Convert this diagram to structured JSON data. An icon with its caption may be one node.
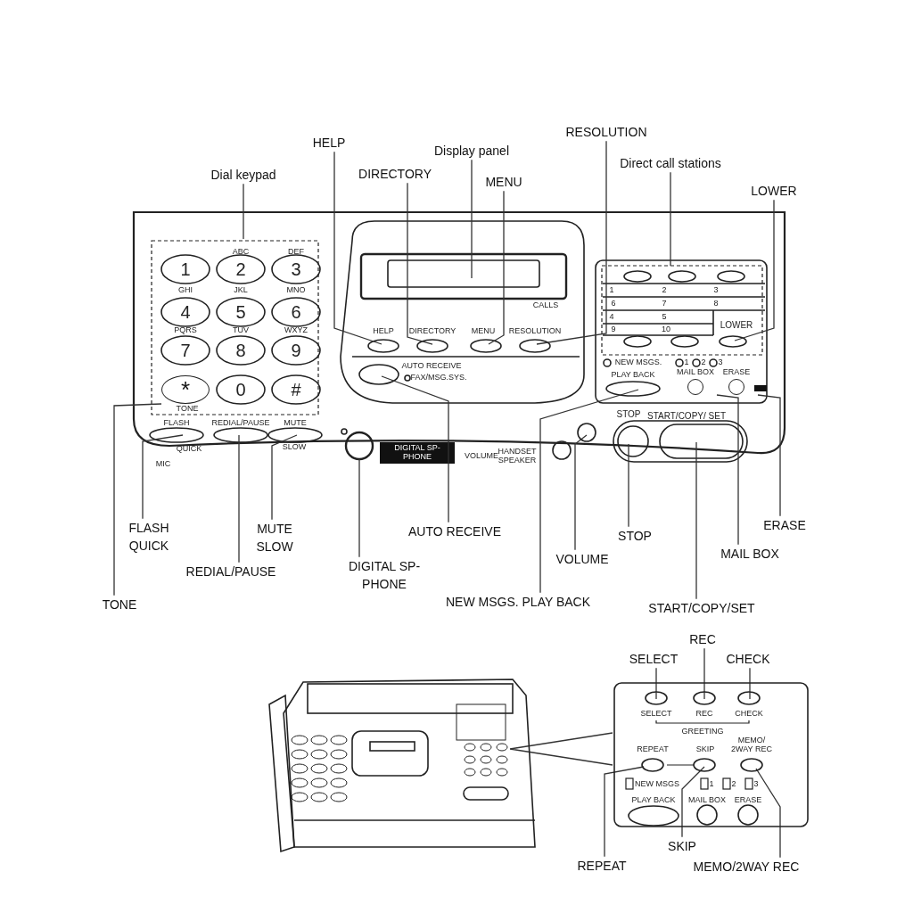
{
  "diagram": {
    "nodes": [
      {
        "text": [
          "Dial keypad"
        ]
      },
      {
        "text": [
          "HELP"
        ]
      },
      {
        "text": [
          "Display panel"
        ]
      },
      {
        "text": [
          "DIRECTORY"
        ]
      },
      {
        "text": [
          "MENU"
        ]
      },
      {
        "text": [
          "RESOLUTION"
        ]
      },
      {
        "text": [
          "Direct call stations"
        ]
      },
      {
        "text": [
          "LOWER"
        ]
      },
      {
        "text": [
          "FLASH QUICK"
        ]
      },
      {
        "text": [
          "TONE"
        ]
      },
      {
        "text": [
          "REDIAL/PAUSE"
        ]
      },
      {
        "text": [
          "MUTE SLOW"
        ]
      },
      {
        "text": [
          "DIGITAL SP-PHONE"
        ]
      },
      {
        "text": [
          "AUTO RECEIVE"
        ]
      },
      {
        "text": [
          "NEW MSGS. PLAY BACK"
        ]
      },
      {
        "text": [
          "VOLUME"
        ]
      },
      {
        "text": [
          "STOP"
        ]
      },
      {
        "text": [
          "START/COPY/SET"
        ]
      },
      {
        "text": [
          "MAIL BOX"
        ]
      },
      {
        "text": [
          "ERASE"
        ]
      },
      {
        "text": [
          "REC"
        ]
      },
      {
        "text": [
          "SELECT"
        ]
      },
      {
        "text": [
          "CHECK"
        ]
      },
      {
        "text": [
          "REPEAT"
        ]
      },
      {
        "text": [
          "SKIP"
        ]
      },
      {
        "text": [
          "MEMO/2WAY REC"
        ]
      },
      {
        "text": [],
        "shape": "picture"
      },
      {
        "text": [],
        "shape": "box"
      },
      {
        "text": [
          "*"
        ]
      },
      {
        "text": [
          "MAIL BOX"
        ]
      },
      {
        "text": [
          "ERASE"
        ]
      }
    ],
    "edges": [
      {
        "from": 0,
        "to": null,
        "arrow": "none"
      },
      {
        "from": 1,
        "to": null,
        "arrow": "none"
      },
      {
        "from": 2,
        "to": null,
        "arrow": "none"
      },
      {
        "from": 3,
        "to": null,
        "arrow": "none"
      },
      {
        "from": 4,
        "to": null,
        "arrow": "none"
      },
      {
        "from": 5,
        "to": null,
        "arrow": "none"
      },
      {
        "from": 6,
        "to": null,
        "arrow": "none"
      },
      {
        "from": 7,
        "to": null,
        "arrow": "none"
      },
      {
        "from": 8,
        "to": null,
        "arrow": "none"
      },
      {
        "from": 9,
        "to": 28,
        "arrow": "none"
      },
      {
        "from": 10,
        "to": null,
        "arrow": "none"
      },
      {
        "from": 11,
        "to": null,
        "arrow": "none"
      },
      {
        "from": 12,
        "to": null,
        "arrow": "none"
      },
      {
        "from": 13,
        "to": null,
        "arrow": "none"
      },
      {
        "from": 14,
        "to": null,
        "arrow": "none"
      },
      {
        "from": 15,
        "to": null,
        "arrow": "none"
      },
      {
        "from": 16,
        "to": null,
        "arrow": "none"
      },
      {
        "from": 17,
        "to": null,
        "arrow": "none"
      },
      {
        "from": 18,
        "to": 29,
        "arrow": "none"
      },
      {
        "from": 19,
        "to": 30,
        "arrow": "none"
      },
      {
        "from": 20,
        "to": 27,
        "arrow": "none"
      },
      {
        "from": 21,
        "to": 27,
        "arrow": "none"
      },
      {
        "from": 22,
        "to": 27,
        "arrow": "none"
      },
      {
        "from": 23,
        "to": 27,
        "arrow": "none"
      },
      {
        "from": 24,
        "to": 27,
        "arrow": "none"
      },
      {
        "from": 25,
        "to": 27,
        "arrow": "none"
      },
      {
        "from": 26,
        "to": 27,
        "arrow": "none"
      }
    ],
    "labels": [
      "ABC",
      "DEF",
      "1",
      "2",
      "3",
      "GHI",
      "JKL",
      "MNO",
      "4",
      "5",
      "6",
      "PQRS",
      "TUV",
      "WXYZ",
      "7",
      "8",
      "9",
      "0",
      "#",
      "TONE",
      "CALLS",
      "HELP",
      "DIRECTORY",
      "MENU",
      "RESOLUTION",
      "AUTO RECEIVE",
      "FAX/MSG.SYS.",
      "1",
      "2",
      "3",
      "6",
      "7",
      "8",
      "4",
      "5",
      "9",
      "10",
      "LOWER",
      "NEW MSGS.",
      "1",
      "2",
      "3",
      "PLAY BACK",
      "FLASH",
      "REDIAL/PAUSE",
      "MUTE",
      "QUICK",
      "SLOW",
      "MIC",
      "DIGITAL SP-PHONE",
      "VOLUME",
      "HANDSET SPEAKER",
      "STOP",
      "START/COPY/ SET",
      "SELECT",
      "REC",
      "CHECK",
      "GREETING",
      "REPEAT",
      "SKIP",
      "MEMO/ 2WAY REC",
      "NEW MSGS",
      "1",
      "2",
      "3",
      "PLAY BACK",
      "MAIL BOX",
      "ERASE"
    ]
  }
}
